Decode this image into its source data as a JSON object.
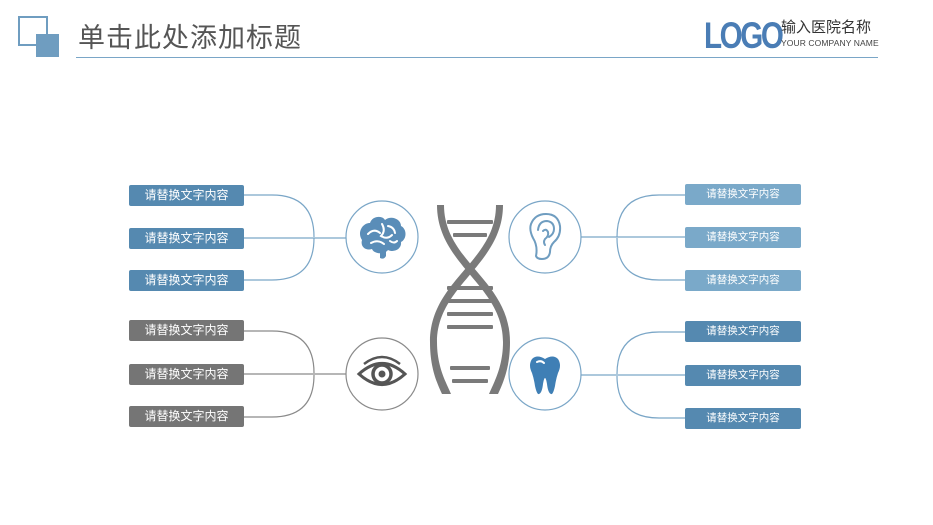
{
  "header": {
    "title": "单击此处添加标题",
    "logo": "LOGO",
    "org_name": "输入医院名称",
    "org_sub": "YOUR COMPANY NAME"
  },
  "colors": {
    "accent": "#6f9dc0",
    "blue": "#5589b0",
    "light_blue": "#7aa9c9",
    "gray": "#757575",
    "dna": "#7a7a7a"
  },
  "groups": [
    {
      "name": "brain",
      "icon": "brain-icon",
      "labels": [
        "请替换文字内容",
        "请替换文字内容",
        "请替换文字内容"
      ]
    },
    {
      "name": "eye",
      "icon": "eye-icon",
      "labels": [
        "请替换文字内容",
        "请替换文字内容",
        "请替换文字内容"
      ]
    },
    {
      "name": "ear",
      "icon": "ear-icon",
      "labels": [
        "请替换文字内容",
        "请替换文字内容",
        "请替换文字内容"
      ]
    },
    {
      "name": "tooth",
      "icon": "tooth-icon",
      "labels": [
        "请替换文字内容",
        "请替换文字内容",
        "请替换文字内容"
      ]
    }
  ],
  "center_icon": "dna-icon"
}
